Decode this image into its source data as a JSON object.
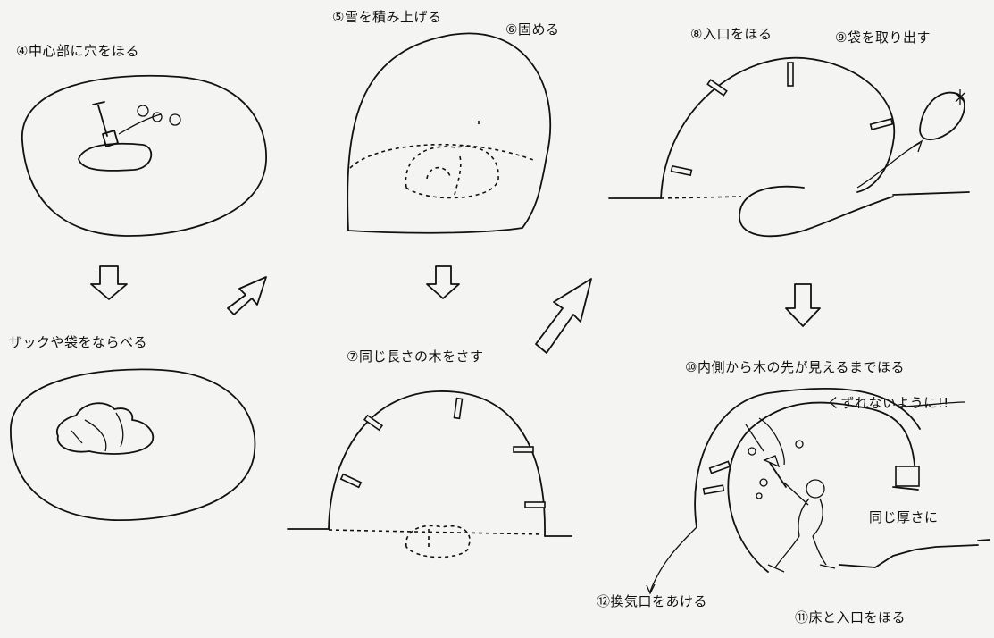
{
  "steps": {
    "s4": "④中心部に穴をほる",
    "s4b": "ザックや袋をならべる",
    "s5": "⑤雪を積み上げる",
    "s6": "⑥固める",
    "s7": "⑦同じ長さの木をさす",
    "s8": "⑧入口をほる",
    "s9": "⑨袋を取り出す",
    "s10": "⑩内側から木の先が見えるまでほる",
    "s11": "⑪床と入口をほる",
    "s12": "⑫換気口をあける"
  },
  "notes": {
    "no_collapse": "くずれないように!!",
    "same_thickness": "同じ厚さに"
  },
  "icons": [
    "shovel-icon",
    "snow-block-icon",
    "flow-arrow-icon",
    "stick-marker-icon",
    "digging-person-icon"
  ]
}
